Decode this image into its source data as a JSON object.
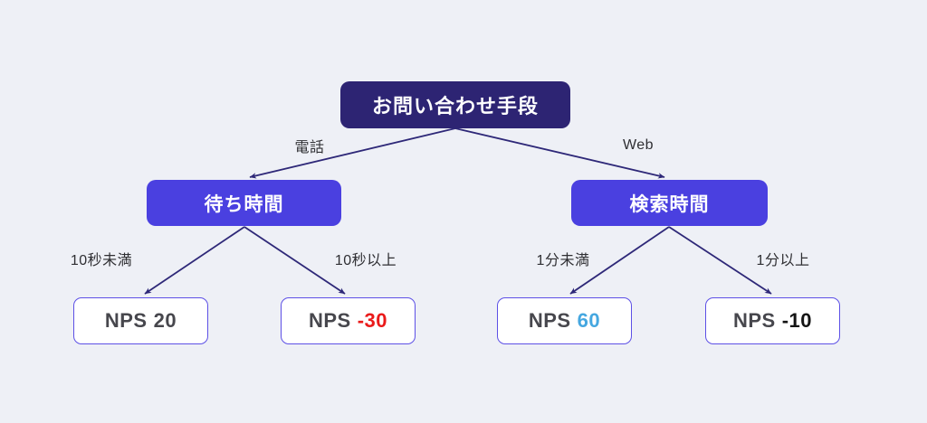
{
  "colors": {
    "background": "#eef0f6",
    "root_fill": "#2d2473",
    "branch_fill": "#4a40e0",
    "leaf_border": "#5d50e6",
    "arrow": "#2e2878",
    "nps_label_gray": "#47474d",
    "value_red": "#ea1a1a",
    "value_blue": "#45a7e0",
    "value_black": "#141414"
  },
  "tree": {
    "root": {
      "label": "お問い合わせ手段"
    },
    "branches": [
      {
        "edge_label": "電話",
        "node_label": "待ち時間",
        "leaves": [
          {
            "edge_label": "10秒未満",
            "prefix": "NPS",
            "value": "20",
            "value_color": "#47474d"
          },
          {
            "edge_label": "10秒以上",
            "prefix": "NPS",
            "value": "-30",
            "value_color": "#ea1a1a"
          }
        ]
      },
      {
        "edge_label": "Web",
        "node_label": "検索時間",
        "leaves": [
          {
            "edge_label": "1分未満",
            "prefix": "NPS",
            "value": "60",
            "value_color": "#45a7e0"
          },
          {
            "edge_label": "1分以上",
            "prefix": "NPS",
            "value": "-10",
            "value_color": "#141414"
          }
        ]
      }
    ]
  }
}
